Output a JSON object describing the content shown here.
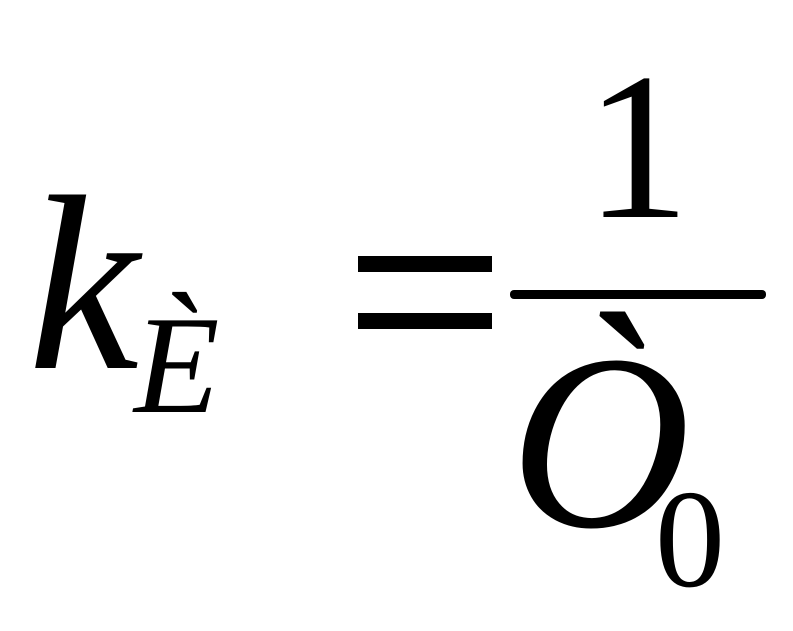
{
  "formula": {
    "lhs_symbol": "k",
    "lhs_subscript": "È",
    "numerator": "1",
    "denominator_symbol": "Ò",
    "denominator_subscript": "0"
  }
}
